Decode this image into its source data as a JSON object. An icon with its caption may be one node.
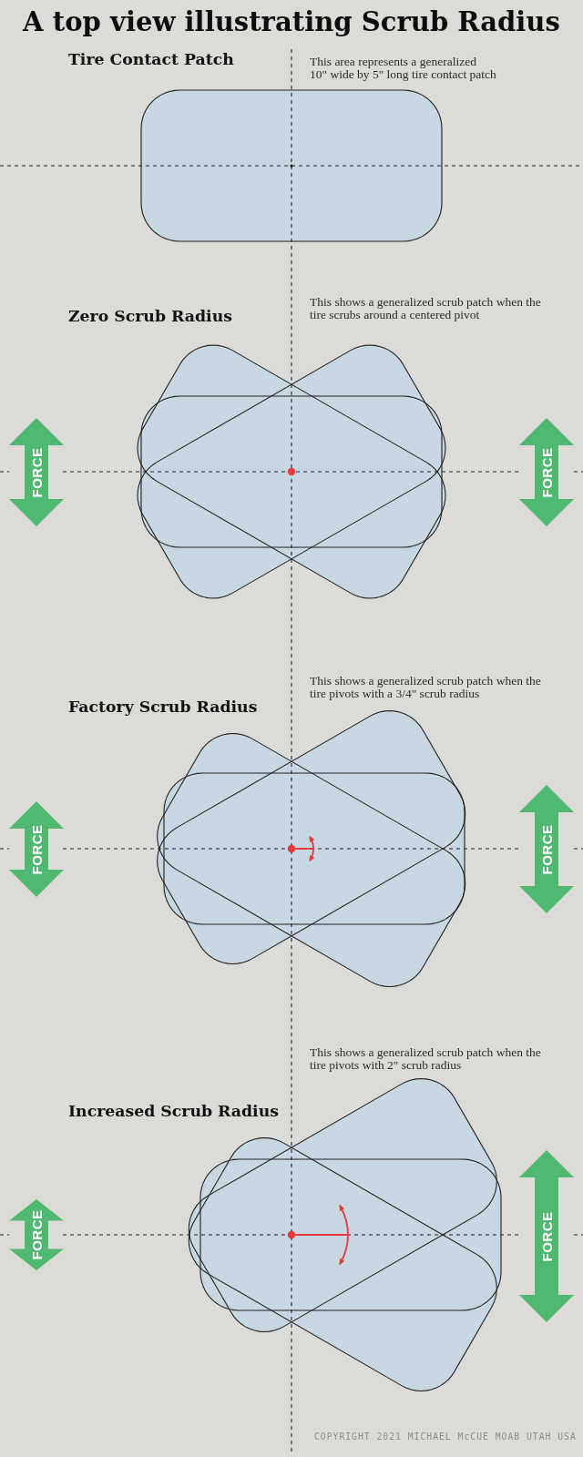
{
  "diagram": {
    "title": "A top view illustrating Scrub Radius",
    "nodes": [
      {
        "text": [
          "FORCE"
        ]
      },
      {
        "text": [
          "FORCE"
        ]
      },
      {
        "text": [
          "FORCE"
        ]
      },
      {
        "text": [
          "FORCE"
        ]
      },
      {
        "text": [
          "FORCE"
        ]
      },
      {
        "text": [
          "FORCE"
        ]
      }
    ],
    "labels": [
      "Tire Contact Patch",
      "This area represents a generalized 10\" wide by 5\" long tire contact patch",
      "This shows a generalized scrub patch when the tire scrubs around a centered pivot",
      "Zero Scrub Radius",
      "This shows a generalized scrub patch when the tire pivots with a 3/4\" scrub radius",
      "Factory Scrub Radius",
      "This shows a generalized scrub patch when the tire pivots with 2\" scrub radius",
      "Increased Scrub Radius",
      "COPYRIGHT 2021 MICHAEL McCUE MOAB UTAH USA"
    ]
  }
}
